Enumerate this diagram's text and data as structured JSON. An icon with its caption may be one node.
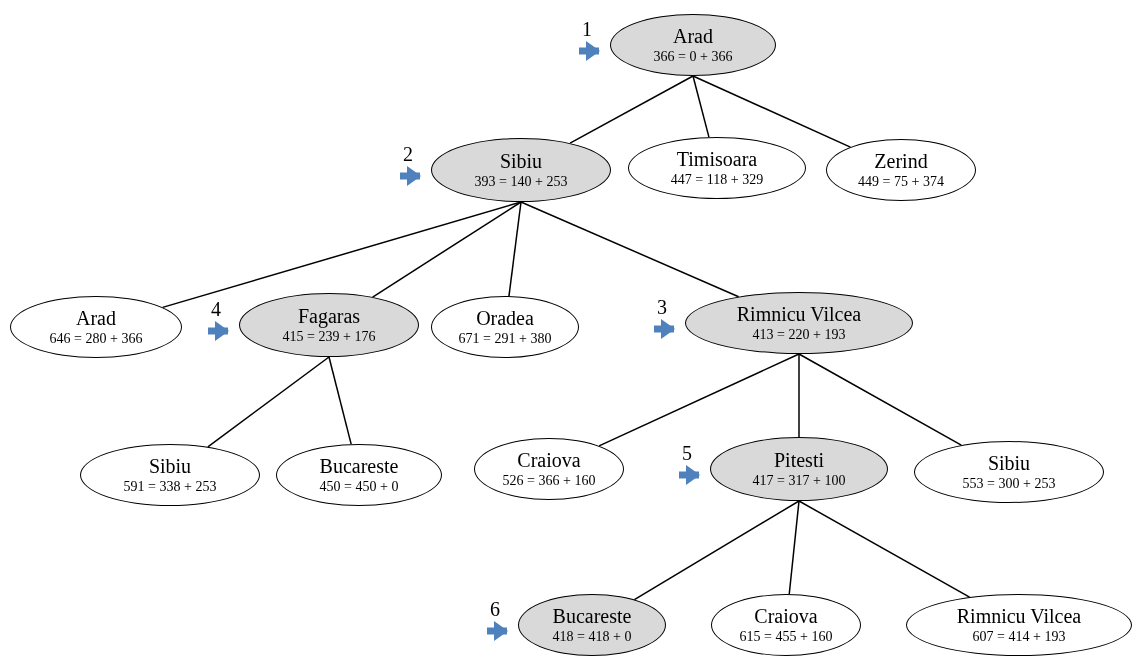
{
  "diagram": {
    "nodes": [
      {
        "text": [
          "Arad",
          "366 = 0 + 366"
        ]
      },
      {
        "text": [
          "Sibiu",
          "393 = 140 + 253"
        ]
      },
      {
        "text": [
          "Timisoara",
          "447 = 118 + 329"
        ]
      },
      {
        "text": [
          "Zerind",
          "449 = 75 + 374"
        ]
      },
      {
        "text": [
          "Arad",
          "646 = 280 + 366"
        ]
      },
      {
        "text": [
          "Fagaras",
          "415 = 239 + 176"
        ]
      },
      {
        "text": [
          "Oradea",
          "671 = 291 + 380"
        ]
      },
      {
        "text": [
          "Rimnicu Vilcea",
          "413 = 220 + 193"
        ]
      },
      {
        "text": [
          "Sibiu",
          "591 = 338 + 253"
        ]
      },
      {
        "text": [
          "Bucareste",
          "450 = 450 + 0"
        ]
      },
      {
        "text": [
          "Craiova",
          "526 = 366 + 160"
        ]
      },
      {
        "text": [
          "Pitesti",
          "417 = 317 + 100"
        ]
      },
      {
        "text": [
          "Sibiu",
          "553 = 300 + 253"
        ]
      },
      {
        "text": [
          "Bucareste",
          "418 = 418 + 0"
        ]
      },
      {
        "text": [
          "Craiova",
          "615 = 455 + 160"
        ]
      },
      {
        "text": [
          "Rimnicu Vilcea",
          "607 = 414 + 193"
        ]
      }
    ],
    "edges": [
      {
        "from": 0,
        "to": 1,
        "arrow": "none"
      },
      {
        "from": 0,
        "to": 2,
        "arrow": "none"
      },
      {
        "from": 0,
        "to": 3,
        "arrow": "none"
      },
      {
        "from": 1,
        "to": 4,
        "arrow": "none"
      },
      {
        "from": 1,
        "to": 5,
        "arrow": "none"
      },
      {
        "from": 1,
        "to": 6,
        "arrow": "none"
      },
      {
        "from": 1,
        "to": 7,
        "arrow": "none"
      },
      {
        "from": 5,
        "to": 8,
        "arrow": "none"
      },
      {
        "from": 5,
        "to": 9,
        "arrow": "none"
      },
      {
        "from": 7,
        "to": 10,
        "arrow": "none"
      },
      {
        "from": 7,
        "to": 11,
        "arrow": "none"
      },
      {
        "from": 7,
        "to": 12,
        "arrow": "none"
      },
      {
        "from": 11,
        "to": 13,
        "arrow": "none"
      },
      {
        "from": 11,
        "to": 14,
        "arrow": "none"
      },
      {
        "from": 11,
        "to": 15,
        "arrow": "none"
      },
      {
        "from": null,
        "to": 0,
        "arrow": "to",
        "label": "1",
        "style": "thick",
        "color": "#4f81bd"
      },
      {
        "from": null,
        "to": 1,
        "arrow": "to",
        "label": "2",
        "style": "thick",
        "color": "#4f81bd"
      },
      {
        "from": null,
        "to": 7,
        "arrow": "to",
        "label": "3",
        "style": "thick",
        "color": "#4f81bd"
      },
      {
        "from": null,
        "to": 5,
        "arrow": "to",
        "label": "4",
        "style": "thick",
        "color": "#4f81bd"
      },
      {
        "from": null,
        "to": 11,
        "arrow": "to",
        "label": "5",
        "style": "thick",
        "color": "#4f81bd"
      },
      {
        "from": null,
        "to": 13,
        "arrow": "to",
        "label": "6",
        "style": "thick",
        "color": "#4f81bd"
      }
    ]
  }
}
